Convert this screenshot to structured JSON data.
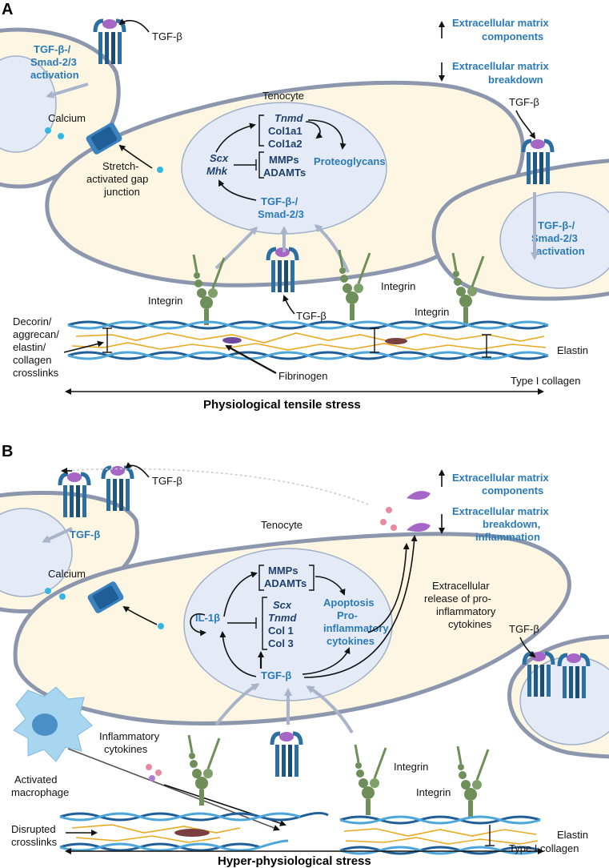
{
  "panel_a": {
    "letter": "A",
    "legend": {
      "up_line1": "Extracellular matrix",
      "up_line2": "components",
      "down_line1": "Extracellular matrix",
      "down_line2": "breakdown"
    },
    "tgfb_left": "TGF-β",
    "left_activation": [
      "TGF-β-/",
      "Smad-2/3",
      "activation"
    ],
    "calcium": "Calcium",
    "stretch": [
      "Stretch-",
      "activated gap",
      "junction"
    ],
    "tenocyte": "Tenocyte",
    "nucleus": {
      "tnmd": "Tnmd",
      "col1a1": "Col1a1",
      "col1a2": "Col1a2",
      "scx": "Scx",
      "mhk": "Mhk",
      "mmps": "MMPs",
      "adamts": "ADAMTs",
      "proteoglycans": "Proteoglycans",
      "tgfb_smad": [
        "TGF-β-/",
        "Smad-2/3"
      ]
    },
    "tgfb_right": "TGF-β",
    "right_activation": [
      "TGF-β-/",
      "Smad-2/3",
      "activation"
    ],
    "integrin_left": "Integrin",
    "integrin_mid": "Integrin",
    "integrin_right": "Integrin",
    "tgfb_bottom": "TGF-β",
    "decorin": [
      "Decorin/",
      "aggrecan/",
      "elastin/",
      "collagen",
      "crosslinks"
    ],
    "fibrinogen": "Fibrinogen",
    "elastin": "Elastin",
    "collagen": "Type I collagen",
    "stress": "Physiological tensile stress"
  },
  "panel_b": {
    "letter": "B",
    "legend": {
      "up_line1": "Extracellular matrix",
      "up_line2": "components",
      "down_line1": "Extracellular matrix",
      "down_line2": "breakdown,",
      "down_line3": "inflammation"
    },
    "tgfb_left": "TGF-β",
    "left_tgfb_blue": "TGF-β",
    "calcium": "Calcium",
    "tenocyte": "Tenocyte",
    "nucleus": {
      "mmps": "MMPs",
      "adamts": "ADAMTs",
      "scx": "Scx",
      "tnmd": "Tnmd",
      "col1": "Col 1",
      "col3": "Col 3",
      "il1b": "IL-1β",
      "apoptosis": [
        "Apoptosis",
        "Pro-",
        "inflammatory",
        "cytokines"
      ],
      "tgfb": "TGF-β"
    },
    "extracellular_release": [
      "Extracellular",
      "release of pro-",
      "inflammatory",
      "cytokines"
    ],
    "tgfb_right": "TGF-β",
    "macrophage": [
      "Activated",
      "macrophage"
    ],
    "inflammatory": [
      "Inflammatory",
      "cytokines"
    ],
    "integrin_mid": "Integrin",
    "integrin_right": "Integrin",
    "disrupted": [
      "Disrupted",
      "crosslinks"
    ],
    "elastin": "Elastin",
    "collagen": "Type I collagen",
    "stress": "Hyper-physiological stress"
  }
}
